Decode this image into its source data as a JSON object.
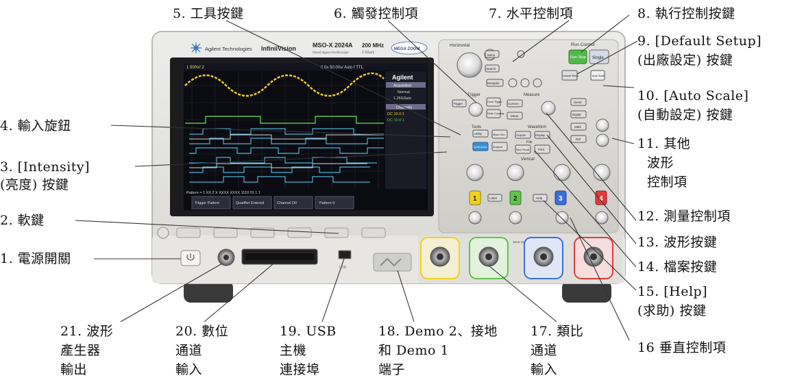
{
  "labels": {
    "l1": "1. 電源開關",
    "l2": "2. 軟鍵",
    "l3a": "3. [Intensity]",
    "l3b": "(亮度) 按鍵",
    "l4": "4. 輸入旋鈕",
    "l5": "5. 工具按鍵",
    "l6": "6. 觸發控制項",
    "l7": "7. 水平控制項",
    "l8": "8. 執行控制按鍵",
    "l9a": "9. [Default Setup]",
    "l9b": "(出廠設定) 按鍵",
    "l10a": "10. [Auto Scale]",
    "l10b": "(自動設定) 按鍵",
    "l11a": "11. 其他",
    "l11b": "波形",
    "l11c": "控制項",
    "l12": "12. 測量控制項",
    "l13": "13. 波形按鍵",
    "l14": "14. 檔案按鍵",
    "l15a": "15. [Help]",
    "l15b": "(求助) 按鍵",
    "l16": "16 垂直控制項",
    "l17a": "17. 類比",
    "l17b": "通道",
    "l17c": "輸入",
    "l18a": "18. Demo 2、接地",
    "l18b": "和 Demo 1",
    "l18c": "端子",
    "l19a": "19. USB",
    "l19b": "主機",
    "l19c": "連接埠",
    "l20a": "20. 數位",
    "l20b": "通道",
    "l20c": "輸入",
    "l21a": "21. 波形",
    "l21b": "產生器",
    "l21c": "輸出"
  },
  "scope": {
    "brand": "Agilent Technologies",
    "series": "InfiniiVision",
    "model": "MSO-X 2024A",
    "model_sub": "Mixed Signal Oscilloscope",
    "bandwidth": "200 MHz",
    "sample_rate": "2 GSa/s",
    "mega_zoom": "MEGA ZOOM",
    "screen_brand": "Agilent",
    "screen_status_top": "1  500V/  2",
    "screen_time": "0.0s   50.00s/  Auto  f  TTL",
    "screen_acq1": "Acquisition",
    "screen_acq2": "Normal",
    "screen_acq3": "1.25GSa/s",
    "screen_channels": "Channels",
    "screen_ch_a": "DC 10.0:1",
    "screen_ch_b": "DC 10.0:1",
    "pattern_line": "Pattern = 1 XX 2 X XXXX XXXX 1110 01 1 1",
    "soft1": "Trigger Pattern",
    "soft2": "Qualifier Entered",
    "soft3": "Channel D0",
    "soft4": "Pattern 0",
    "section_horizontal": "Horizontal",
    "section_run_control": "Run Control",
    "section_trigger": "Trigger",
    "section_measure": "Measure",
    "section_tools": "Tools",
    "section_waveform": "Waveform",
    "section_file": "File",
    "section_vertical": "Vertical",
    "btn_run_stop": "Run Stop",
    "btn_single": "Single",
    "btn_default_setup": "Default Setup",
    "btn_auto_scale": "Auto Scale",
    "btn_menu": "Menu",
    "btn_search": "Search",
    "btn_navigate": "Navigate",
    "btn_trigger": "Trigger",
    "btn_force_trigger": "Force Trigger",
    "btn_mode_coupling": "Mode Coupling",
    "btn_cursors": "Cursors",
    "btn_meas": "Meas",
    "btn_serial": "Serial",
    "btn_digital": "Digital",
    "btn_math": "Math",
    "btn_ref": "Ref",
    "btn_utility": "Utility",
    "btn_quick_action": "Quick Action",
    "btn_analyze": "Analyze",
    "btn_wave_gen": "Wave Gen",
    "btn_acquire": "Acquire",
    "btn_display": "Display",
    "btn_save_recall": "Save Recall",
    "btn_print": "Print",
    "btn_label": "Label",
    "btn_help": "Help",
    "ch1": "1",
    "ch2": "2",
    "ch3": "3",
    "ch4": "4",
    "front_rating": "1M Ω 11pF 300 V RMS CAT I",
    "usb_text": "USB"
  },
  "colors": {
    "ch1": "#f2d21c",
    "ch2": "#5ec44a",
    "ch3": "#3a6fd8",
    "ch4": "#e23b3b",
    "run_stop": "#52b84a",
    "screen_bg": "#0b0b12"
  }
}
